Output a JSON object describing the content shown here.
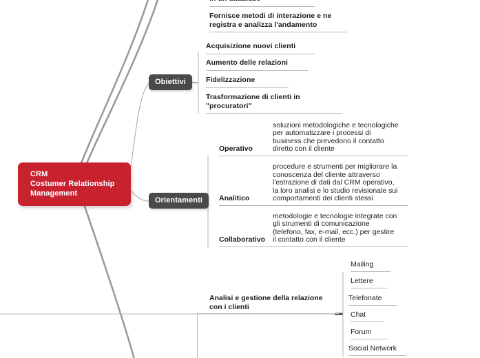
{
  "map": {
    "root": {
      "lines": [
        "CRM",
        "Costumer Relationship",
        "Management"
      ],
      "color": "#c8222f"
    },
    "branch_color": "#4b4a48",
    "clipped_top_item": "in un database",
    "top_orphan_item": "Fornisce metodi di interazione e ne\nregistra e analizza l'andamento",
    "branches": [
      {
        "label": "Obiettivi",
        "items": [
          "Acquisizione nuovi clienti",
          "Aumento delle relazioni",
          "Fidelizzazione",
          "Trasformazione di clienti in\n\"procuratori\""
        ]
      },
      {
        "label": "Orientamenti",
        "rows": [
          {
            "name": "Operativo",
            "description": "soluzioni metodologiche e tecnologiche\nper automatizzare i processi di\nbusiness che prevedono il contatto\ndiretto con il cliente"
          },
          {
            "name": "Analitico",
            "description": "procedure e strumenti per migliorare la\nconoscenza del cliente attraverso\nl'estrazione di dati dal CRM operativo,\nla loro analisi e lo studio revisionale sui\ncomportamenti dei clienti stessi"
          },
          {
            "name": "Collaborativo",
            "description": "metodologie e tecnologie integrate con\ngli strumenti di comunicazione\n(telefono, fax, e-mail, ecc.) per gestire\nil contatto con il cliente"
          }
        ]
      }
    ],
    "analisi": {
      "label": "Analisi e gestione della relazione\ncon i clienti",
      "channels": [
        "Mailing",
        "Lettere",
        "Telefonate",
        "Chat",
        "Forum",
        "Social Network"
      ]
    }
  }
}
